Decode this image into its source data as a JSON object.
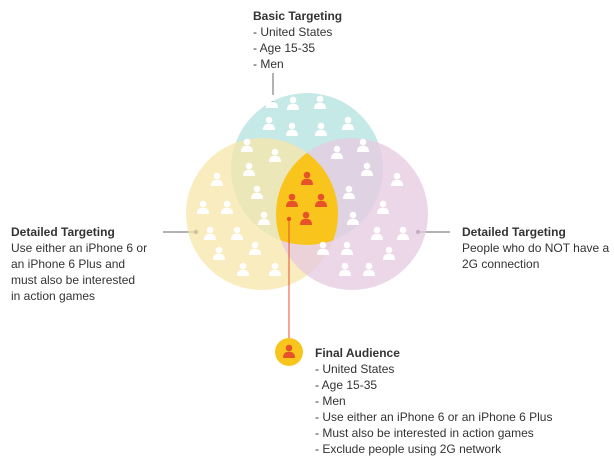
{
  "colors": {
    "basic_circle": "#b2e2de",
    "left_circle": "#f7e6a8",
    "right_circle": "#e6c9e2",
    "core": "#f9c51d",
    "person_light": "#ffffff",
    "person_core": "#e8522a",
    "connector": "#666666",
    "final_connector": "#e8522a"
  },
  "basic_targeting": {
    "title": "Basic Targeting",
    "lines": [
      "- United States",
      "- Age 15-35",
      "- Men"
    ]
  },
  "detailed_targeting_left": {
    "title": "Detailed Targeting",
    "lines": [
      "Use either an iPhone 6 or",
      "an iPhone 6 Plus and",
      "must also be interested",
      "in action games"
    ]
  },
  "detailed_targeting_right": {
    "title": "Detailed Targeting",
    "lines": [
      "People who do NOT have a",
      "2G connection"
    ]
  },
  "final_audience": {
    "title": "Final Audience",
    "icon": "person-icon",
    "lines": [
      "- United States",
      "- Age 15-35",
      "- Men",
      "- Use either an iPhone 6 or an iPhone 6 Plus",
      "- Must also be interested in action games",
      "- Exclude people using 2G network"
    ]
  }
}
